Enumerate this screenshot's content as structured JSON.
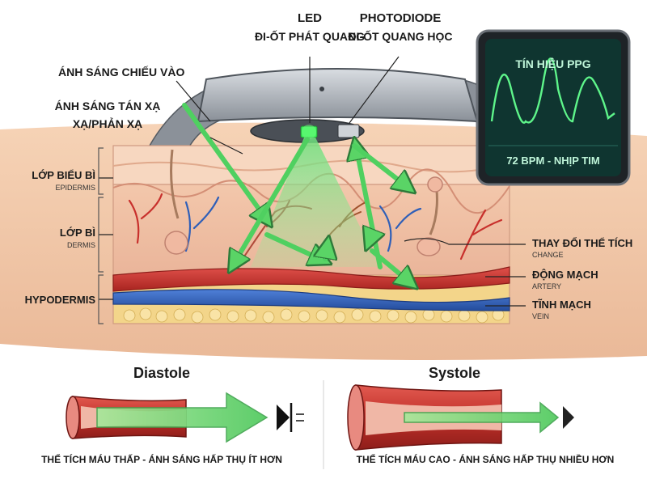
{
  "labels": {
    "led_title": "LED",
    "led_sub": "ĐI-ỐT PHÁT QUANG",
    "pd_title": "PHOTODIODE",
    "pd_sub": "ĐI-ỐT QUANG HỌC",
    "incident": "ÁNH SÁNG CHIẾU VÀO",
    "scattered_1": "ÁNH SÁNG TÁN XẠ",
    "scattered_2": "XẠ/PHẢN XẠ"
  },
  "monitor": {
    "title": "TÍN HIỆU PPG",
    "readout": "72 BPM - NHỊP TIM"
  },
  "layers": {
    "epidermis": "LỚP BIỂU BÌ",
    "epidermis_en": "EPIDERMIS",
    "dermis": "LỚP BÌ",
    "dermis_en": "DERMIS",
    "hypodermis": "HYPODERMIS"
  },
  "right_labels": {
    "volume": "THAY ĐỔI THỂ TÍCH",
    "volume_en": "CHANGE",
    "artery": "ĐỘNG MẠCH",
    "artery_en": "ARTERY",
    "vein": "TĨNH MẠCH",
    "vein_en": "VEIN"
  },
  "phases": {
    "diastole_title": "Diastole",
    "diastole_caption": "THỂ TÍCH MÁU THẤP - ÁNH SÁNG HẤP THỤ ÍT HƠN",
    "systole_title": "Systole",
    "systole_caption": "THỂ TÍCH MÁU CAO - ÁNH SÁNG HẤP THỤ NHIỀU HƠN"
  },
  "colors": {
    "light_green": "#4cd46a",
    "artery_red": "#c8302c",
    "vein_blue": "#2f5fb8",
    "skin": "#f2c9a8",
    "monitor_bg": "#0f3530"
  }
}
